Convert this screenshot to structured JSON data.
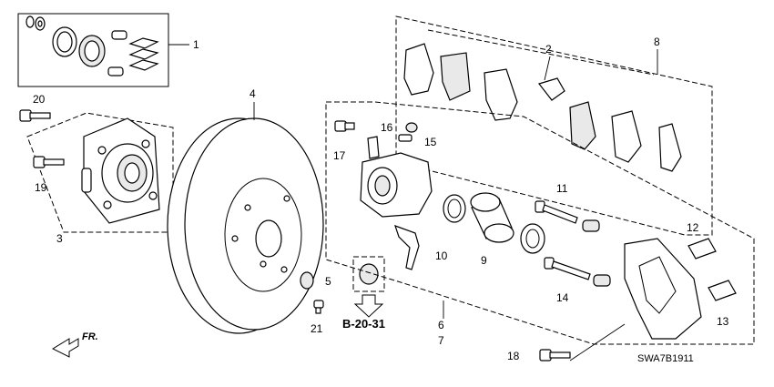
{
  "diagram": {
    "callouts": {
      "c1": "1",
      "c2": "2",
      "c3": "3",
      "c4": "4",
      "c5": "5",
      "c6": "6",
      "c7": "7",
      "c8": "8",
      "c9": "9",
      "c10": "10",
      "c11": "11",
      "c12": "12",
      "c13": "13",
      "c14": "14",
      "c15": "15",
      "c16": "16",
      "c17": "17",
      "c18": "18",
      "c19": "19",
      "c20": "20",
      "c21": "21"
    },
    "section_reference": "B-20-31",
    "diagram_code": "SWA7B1911",
    "front_marker": "FR."
  }
}
